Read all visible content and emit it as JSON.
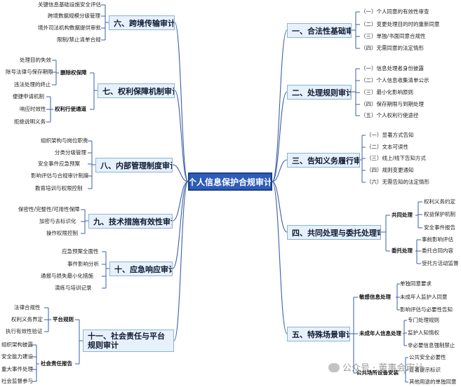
{
  "center": "个人信息保护合规审计",
  "right": [
    {
      "title": "一、合法性基础审计",
      "items": [
        "（一）个人同意的有效性审查",
        "（二）变更处理目的时的重新同意",
        "（三）单独/书面同意合规性",
        "（四）无需同意的法定情形"
      ]
    },
    {
      "title": "二、处理规则审计",
      "items": [
        "（一）信息处理者身份披露",
        "（二）个人信息收集清单公示",
        "（三）最小化影响原则",
        "（四）保存期限与到期处理",
        "（五）个人权利行使途径"
      ]
    },
    {
      "title": "三、告知义务履行审计",
      "items": [
        "（一）显著方式告知",
        "（二）文本可读性",
        "（三）线上/线下告知方式",
        "（四）规则变更通知",
        "（六）无需告知的法定情形"
      ]
    },
    {
      "title": "四、共同处理与委托处理审计",
      "groups": [
        {
          "name": "共同处理",
          "items": [
            "权利义务约定",
            "权益保护机制",
            "安全事件报告"
          ]
        },
        {
          "name": "委托处理",
          "items": [
            "事前影响评估",
            "委托合同内容",
            "受托方活动监督"
          ]
        }
      ]
    },
    {
      "title": "五、特殊场景审计",
      "groups": [
        {
          "name": "敏感信息处理",
          "items": [
            "单独同意要求",
            "未成年人监护人同意",
            "影响评估与必要性告知"
          ]
        },
        {
          "name": "未成年人信息处理",
          "items": [
            "专门处理规则",
            "监护人知情权",
            "非必要信息强制禁止"
          ]
        },
        {
          "name": "公共场所设备安装",
          "items": [
            "公共安全必要性",
            "显著提示标识",
            "其他用途的单独同意"
          ]
        }
      ]
    }
  ],
  "left": [
    {
      "title": "六、跨境传输审计",
      "items": [
        "关键信息基础设施安全评估",
        "跨境数据规模分级管理",
        "境外司法机构数据提供审批",
        "限制/禁止清单合规"
      ]
    },
    {
      "title": "七、权利保障机制审计",
      "groups": [
        {
          "name": "删除权保障",
          "items": [
            "处理目的失效",
            "除号法律与保存期限",
            "违法处理的终止"
          ]
        },
        {
          "name": "权利行使通道",
          "items": [
            "便捷申请机制",
            "响应时效性",
            "拒绝说明义务"
          ]
        }
      ]
    },
    {
      "title": "八、内部管理制度审计",
      "items": [
        "组织架构与岗位职责",
        "分类分级管理",
        "安全事件应急预案",
        "影响评估与合规审计制度",
        "教育培训与权限控制"
      ]
    },
    {
      "title": "九、技术措施有效性审计",
      "items": [
        "保密性/完整性/可用性保障",
        "加密与去标识化",
        "操作权限控制"
      ]
    },
    {
      "title": "十、应急响应审计",
      "items": [
        "应急预案全面性",
        "事件影响分析",
        "通报与损失最小化措施",
        "演练与培训记录"
      ]
    },
    {
      "title": "十一、社会责任与平台规则审计",
      "groups": [
        {
          "name": "平台规则",
          "items": [
            "法律合规性",
            "权利义务界定",
            "执行有效性验证"
          ]
        },
        {
          "name": "社会责任报告",
          "items": [
            "组织架构披露",
            "安全能力建设",
            "重大事件处理",
            "社会监督参与"
          ]
        }
      ]
    }
  ],
  "watermark": "公众号 · 董事会审计",
  "colors": {
    "line": "#3a5fa8",
    "box_fill": "#e7f1fb",
    "box_border": "#8bb3da",
    "center_fill": "#2e5cb8"
  }
}
